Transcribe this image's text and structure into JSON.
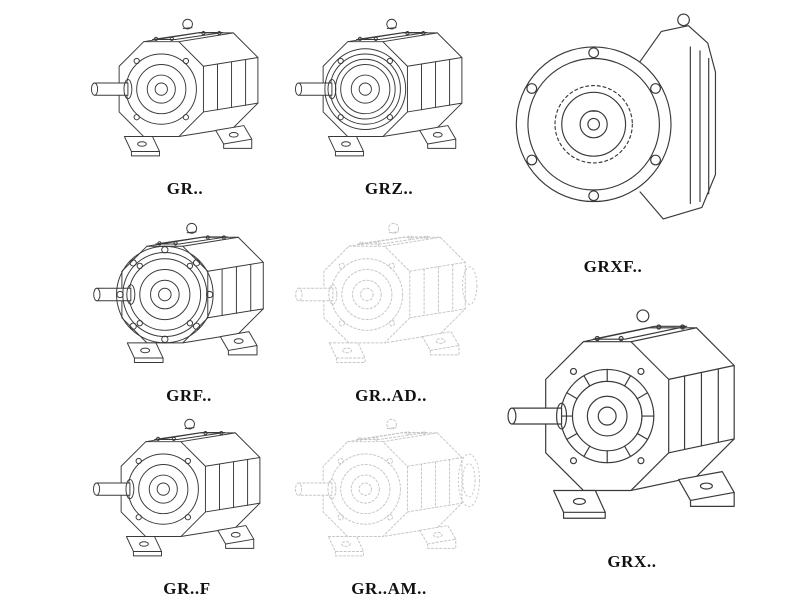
{
  "page": {
    "background": "#ffffff",
    "kind": "gear-reducer-catalog-sheet"
  },
  "palette": {
    "line": "#3a3a3a",
    "ghost_line": "#c6c6c6",
    "label": "#111111"
  },
  "figures": [
    {
      "id": "gr",
      "label": "GR..",
      "variant": "foot-mounted-helical-reducer",
      "style": "solid"
    },
    {
      "id": "grz",
      "label": "GRZ..",
      "variant": "foot-mounted-helical-reducer-z",
      "style": "solid"
    },
    {
      "id": "grxf",
      "label": "GRXF..",
      "variant": "flange-mounted-reducer-front-view",
      "style": "solid"
    },
    {
      "id": "grf",
      "label": "GRF..",
      "variant": "flange-and-foot-reducer",
      "style": "solid"
    },
    {
      "id": "gr-ad",
      "label": "GR..AD..",
      "variant": "reducer-with-input-adapter",
      "style": "ghost"
    },
    {
      "id": "gr-f",
      "label": "GR..F",
      "variant": "foot-mounted-helical-reducer",
      "style": "solid"
    },
    {
      "id": "gr-am",
      "label": "GR..AM..",
      "variant": "reducer-with-motor-flange",
      "style": "ghost"
    },
    {
      "id": "grx",
      "label": "GRX..",
      "variant": "large-shaft-reducer",
      "style": "solid"
    }
  ]
}
